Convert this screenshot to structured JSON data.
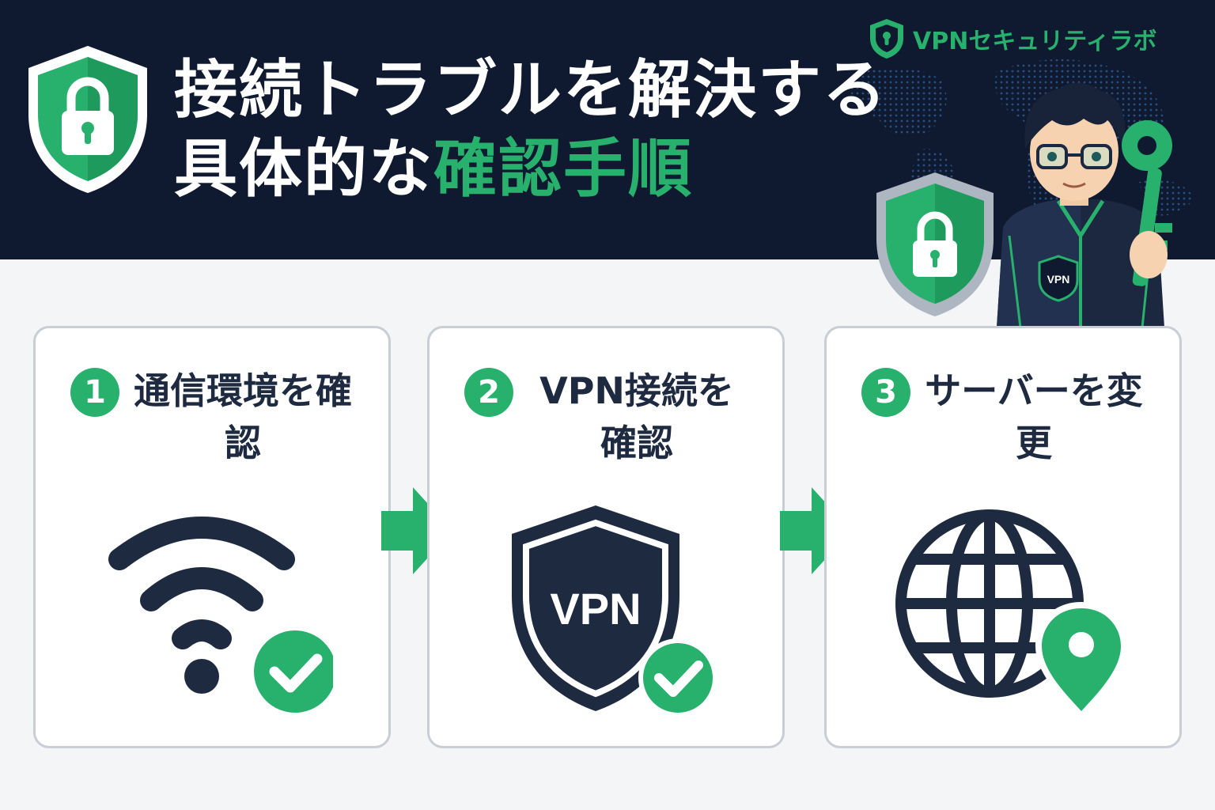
{
  "header": {
    "title_line1": "接続トラブルを解決する",
    "title_line2_prefix": "具体的な",
    "title_line2_highlight": "確認手順"
  },
  "brand": {
    "name": "VPNセキュリティラボ",
    "logo_icon": "shield-keyhole-icon"
  },
  "character": {
    "jacket_badge": "VPN",
    "props": [
      "shield-lock-icon",
      "key-icon"
    ]
  },
  "colors": {
    "accent": "#27b16d",
    "navy": "#1e2a40",
    "header_bg": "#0f1a30"
  },
  "steps": [
    {
      "number": "1",
      "title": "通信環境を確認",
      "icon": "wifi-check-icon"
    },
    {
      "number": "2",
      "title": "VPN接続を確認",
      "icon": "vpn-shield-check-icon",
      "icon_text": "VPN"
    },
    {
      "number": "3",
      "title": "サーバーを変更",
      "icon": "globe-location-icon"
    }
  ]
}
